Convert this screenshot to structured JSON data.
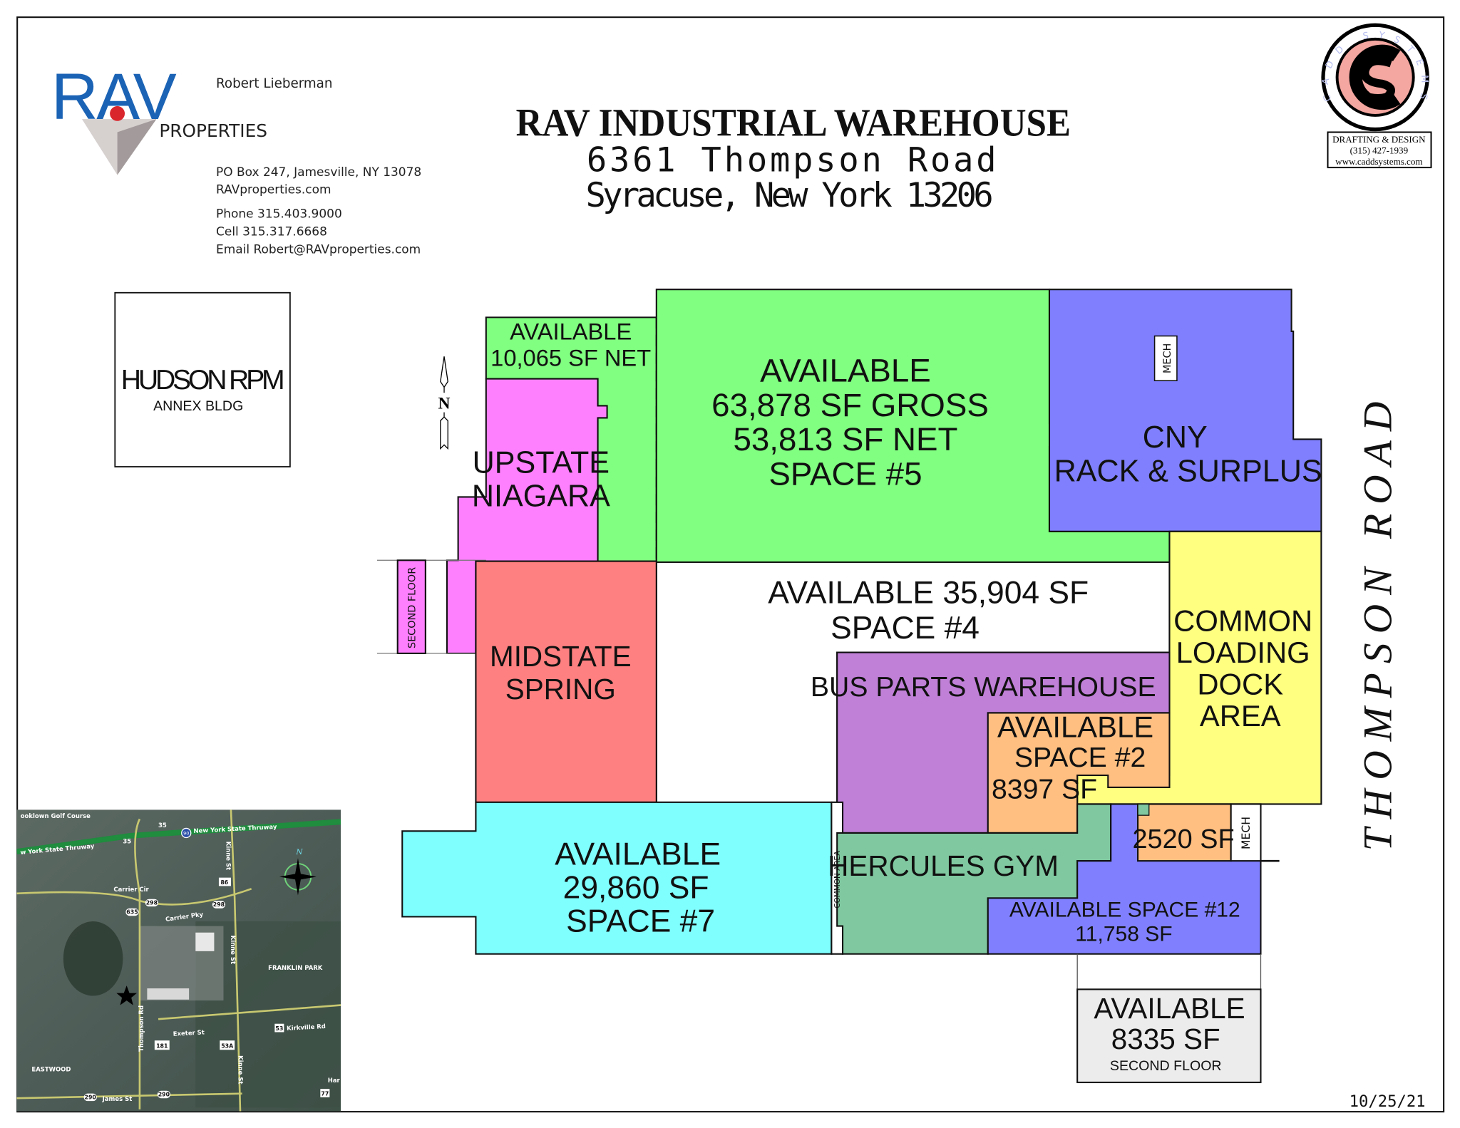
{
  "header": {
    "title": "RAV INDUSTRIAL WAREHOUSE",
    "address_line1": "6361 Thompson Road",
    "address_line2": "Syracuse, New York 13206"
  },
  "contact_card": {
    "logo_text": "RAV",
    "logo_subtext": "PROPERTIES",
    "name": "Robert Lieberman",
    "address": "PO Box 247, Jamesville, NY 13078",
    "website": "RAVproperties.com",
    "phone": "Phone 315.403.9000",
    "cell": "Cell 315.317.6668",
    "email": "Email Robert@RAVproperties.com",
    "colors": {
      "blue": "#1b63b5",
      "red": "#d9262c",
      "gray": "#a09a9a"
    }
  },
  "cadd_logo": {
    "ring_text": "CADD SYSTEMS",
    "line1": "DRAFTING & DESIGN",
    "line2": "(315) 427-1939",
    "line3": "www.caddsystems.com"
  },
  "neighbor": {
    "line1": "HUDSON RPM",
    "line2": "ANNEX BLDG"
  },
  "north_arrow": "N",
  "street_label": "THOMPSON ROAD",
  "date": "10/25/21",
  "spaces": {
    "space_10065": {
      "lines": [
        "AVAILABLE",
        "10,065 SF NET"
      ],
      "color": "#80ff80"
    },
    "space_5": {
      "lines": [
        "AVAILABLE",
        "63,878 SF GROSS",
        "53,813 SF NET",
        "SPACE #5"
      ],
      "color": "#80ff80"
    },
    "cny": {
      "lines": [
        "CNY",
        "RACK & SURPLUS"
      ],
      "color": "#8080ff"
    },
    "mech_top": "MECH",
    "upstate": {
      "lines": [
        "UPSTATE",
        "NIAGARA"
      ],
      "color": "#ff80ff"
    },
    "second_floor": "SECOND FLOOR",
    "midstate": {
      "lines": [
        "MIDSTATE",
        "SPRING"
      ],
      "color": "#ff8080"
    },
    "space_4": {
      "lines": [
        "AVAILABLE 35,904 SF",
        "SPACE #4"
      ],
      "color": "#ffffff"
    },
    "loading": {
      "lines": [
        "COMMON",
        "LOADING",
        "DOCK",
        "AREA"
      ],
      "color": "#ffff80"
    },
    "bus_parts": {
      "lines": [
        "BUS PARTS WAREHOUSE"
      ],
      "color": "#c080d8"
    },
    "space_2": {
      "lines": [
        "AVAILABLE",
        "SPACE #2",
        "8397 SF"
      ],
      "color": "#ffbf80"
    },
    "space_7": {
      "lines": [
        "AVAILABLE",
        "29,860 SF",
        "SPACE #7"
      ],
      "color": "#80ffff"
    },
    "common_area": "COMMON AREA",
    "hercules": {
      "lines": [
        "HERCULES GYM"
      ],
      "color": "#80c8a0"
    },
    "space_2520": {
      "lines": [
        "2520 SF"
      ],
      "color": "#ffbf80"
    },
    "mech_bottom": "MECH",
    "space_12": {
      "lines": [
        "AVAILABLE SPACE #12",
        "11,758 SF"
      ],
      "color": "#8080ff"
    },
    "space_8335": {
      "lines": [
        "AVAILABLE",
        "8335 SF",
        "SECOND FLOOR"
      ],
      "color": "#ececec"
    }
  },
  "location_map": {
    "labels": {
      "golf": "ooklown Golf Course",
      "thruway_left": "w York State Thruway",
      "thruway_right": "New York State Thruway",
      "interstate": "90",
      "exit_35a": "35",
      "exit_35b": "35",
      "carrier_cir": "Carrier Cir",
      "carrier_pky": "Carrier Pky",
      "kinne_st_1": "Kinne St",
      "kinne_st_2": "Kinne St",
      "kinne_st_3": "Kinne St",
      "thompson_rd": "Thompson Rd",
      "exeter_st": "Exeter St",
      "kirkville_rd": "Kirkville Rd",
      "james_st": "James St",
      "franklin_park": "FRANKLIN PARK",
      "eastwood": "EASTWOOD",
      "hart": "Har",
      "compass_n": "N"
    },
    "route_shields": [
      "86",
      "298",
      "298",
      "635",
      "181",
      "53A",
      "53",
      "290",
      "290",
      "77"
    ]
  }
}
